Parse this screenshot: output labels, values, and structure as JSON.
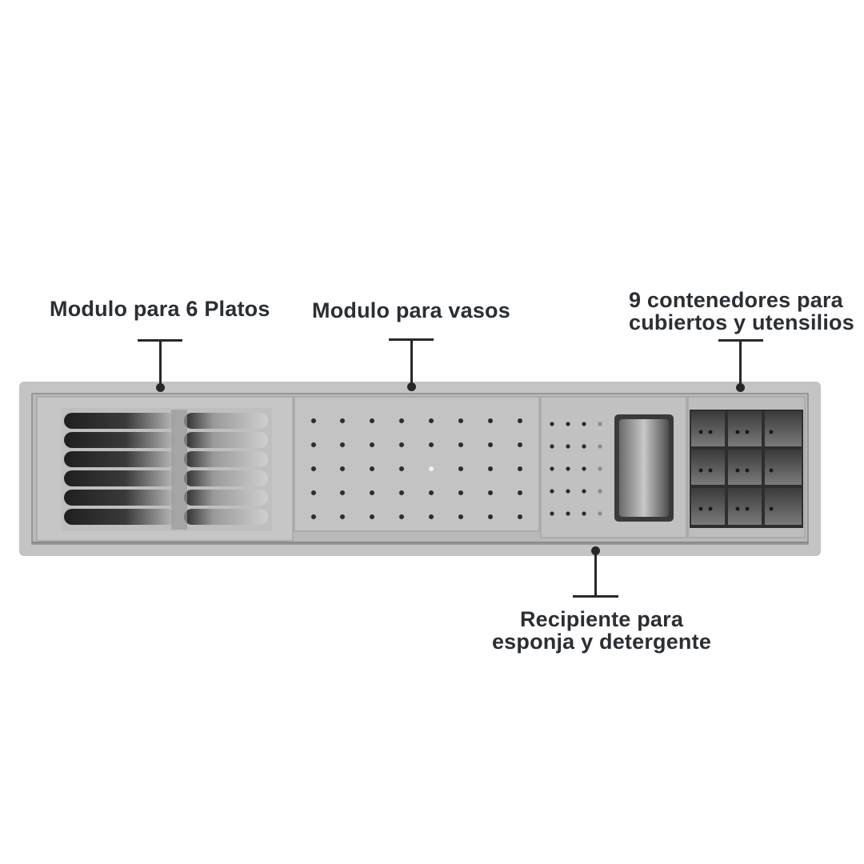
{
  "callouts": {
    "plates": "Modulo para 6 Platos",
    "glasses": "Modulo para vasos",
    "containers": "9 contenedores para\ncubiertos y utensilios",
    "sponge": "Recipiente para\nesponja y detergente"
  },
  "colors": {
    "text": "#2b2f33",
    "steel": "#c2c2c2",
    "steel_dark": "#8e8e8e",
    "slot_dark": "#2a2a2a"
  }
}
